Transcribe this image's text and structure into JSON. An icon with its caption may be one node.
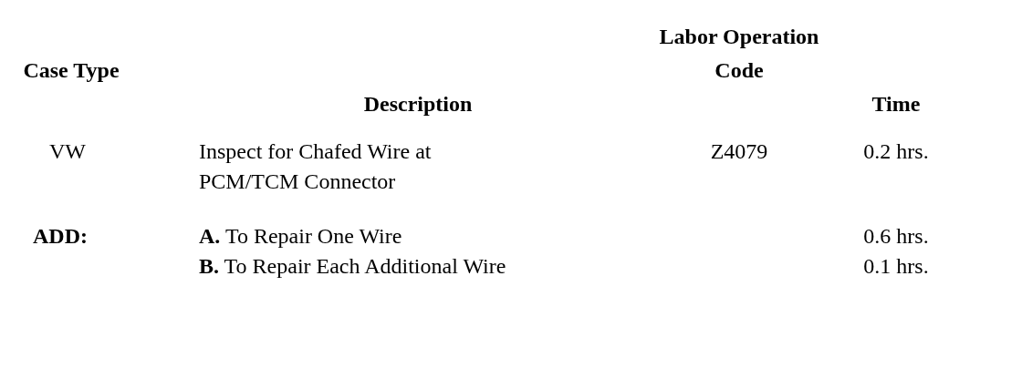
{
  "diagram": {
    "labels": [
      "Case Type",
      "Description",
      "Labor Operation Code",
      "Time",
      "VW",
      "Inspect for Chafed Wire at PCM/TCM Connector",
      "Z4079",
      "0.2 hrs.",
      "ADD:",
      "**A.** To Repair One Wire",
      "0.6 hrs.",
      "**B.** To Repair Each Additional Wire",
      "0.1 hrs."
    ]
  }
}
